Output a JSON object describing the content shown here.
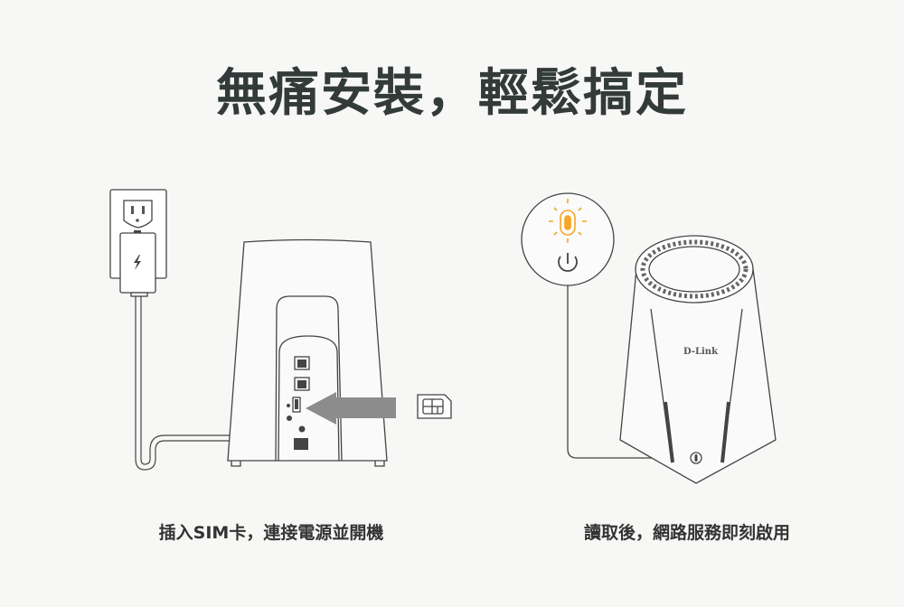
{
  "title": "無痛安裝，輕鬆搞定",
  "steps": [
    {
      "caption": "插入SIM卡，連接電源並開機",
      "icons": [
        "power-outlet",
        "power-adapter",
        "router-back",
        "sim-card",
        "insert-arrow"
      ]
    },
    {
      "caption": "讀取後，網路服務即刻啟用",
      "icons": [
        "power-led",
        "power-button",
        "router-front"
      ],
      "brand": "D-Link"
    }
  ],
  "colors": {
    "accent": "#f5a623",
    "line": "#444444",
    "arrow": "#8c8c8c"
  }
}
